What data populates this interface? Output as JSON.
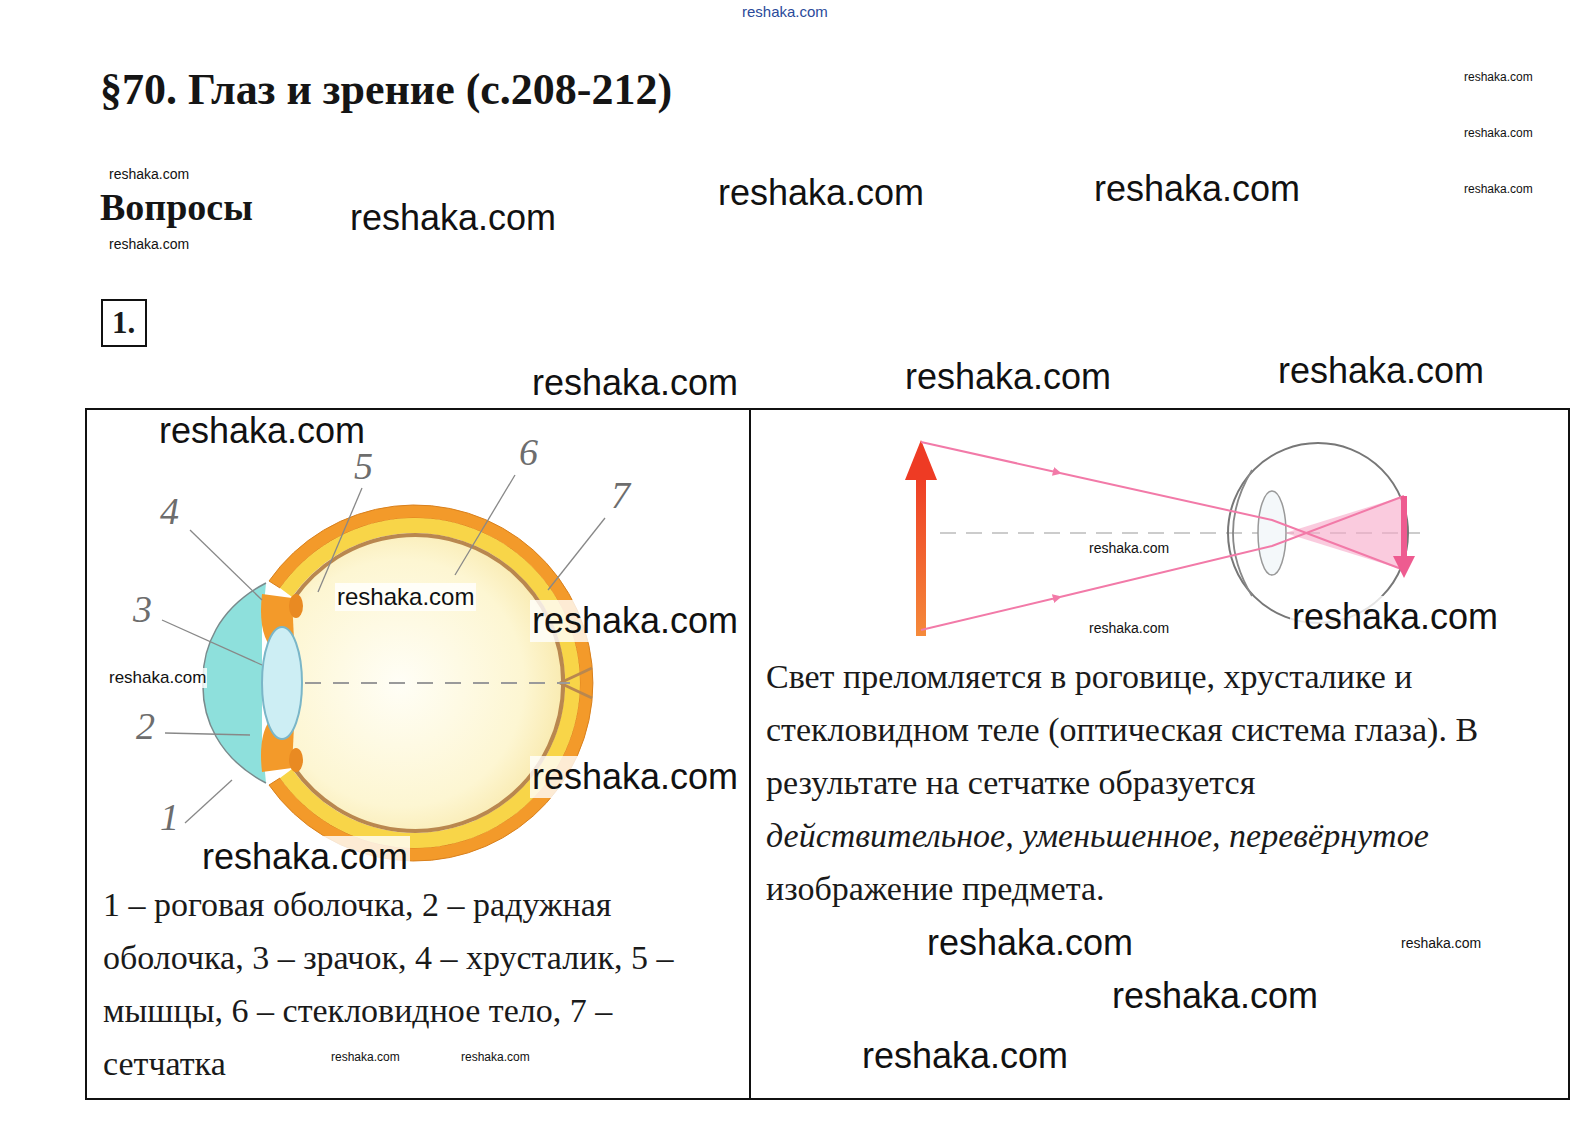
{
  "diagram": {
    "title": "§70. Глаз и зрение (с.208-212)",
    "nodes": [
      {
        "text": [
          "1."
        ]
      },
      {
        "text": [
          "1 – роговая оболочка, 2 – радужная оболочка, 3 – зрачок, 4 – хрусталик, 5 – мышцы, 6 – стекловидное тело, 7 – сетчатка"
        ]
      },
      {
        "text": [
          "Свет преломляется в роговице, хрусталике и стекловидном теле (оптическая система глаза). В результате на сетчатке образуется",
          "действительное, уменьшенное, перевёрнутое",
          "изображение предмета."
        ]
      }
    ],
    "labels": [
      "reshaka.com",
      "reshaka.com",
      "reshaka.com",
      "reshaka.com",
      "Вопросы",
      "reshaka.com",
      "reshaka.com",
      "reshaka.com",
      "reshaka.com",
      "reshaka.com",
      "reshaka.com",
      "reshaka.com",
      "reshaka.com",
      "reshaka.com",
      "5",
      "6",
      "7",
      "4",
      "3",
      "2",
      "1",
      "reshaka.com",
      "reshaka.com",
      "reshaka.com",
      "reshaka.com",
      "reshaka.com",
      "reshaka.com",
      "reshaka.com",
      "reshaka.com",
      "reshaka.com",
      "reshaka.com",
      "reshaka.com",
      "reshaka.com",
      "reshaka.com",
      "reshaka.com"
    ]
  }
}
